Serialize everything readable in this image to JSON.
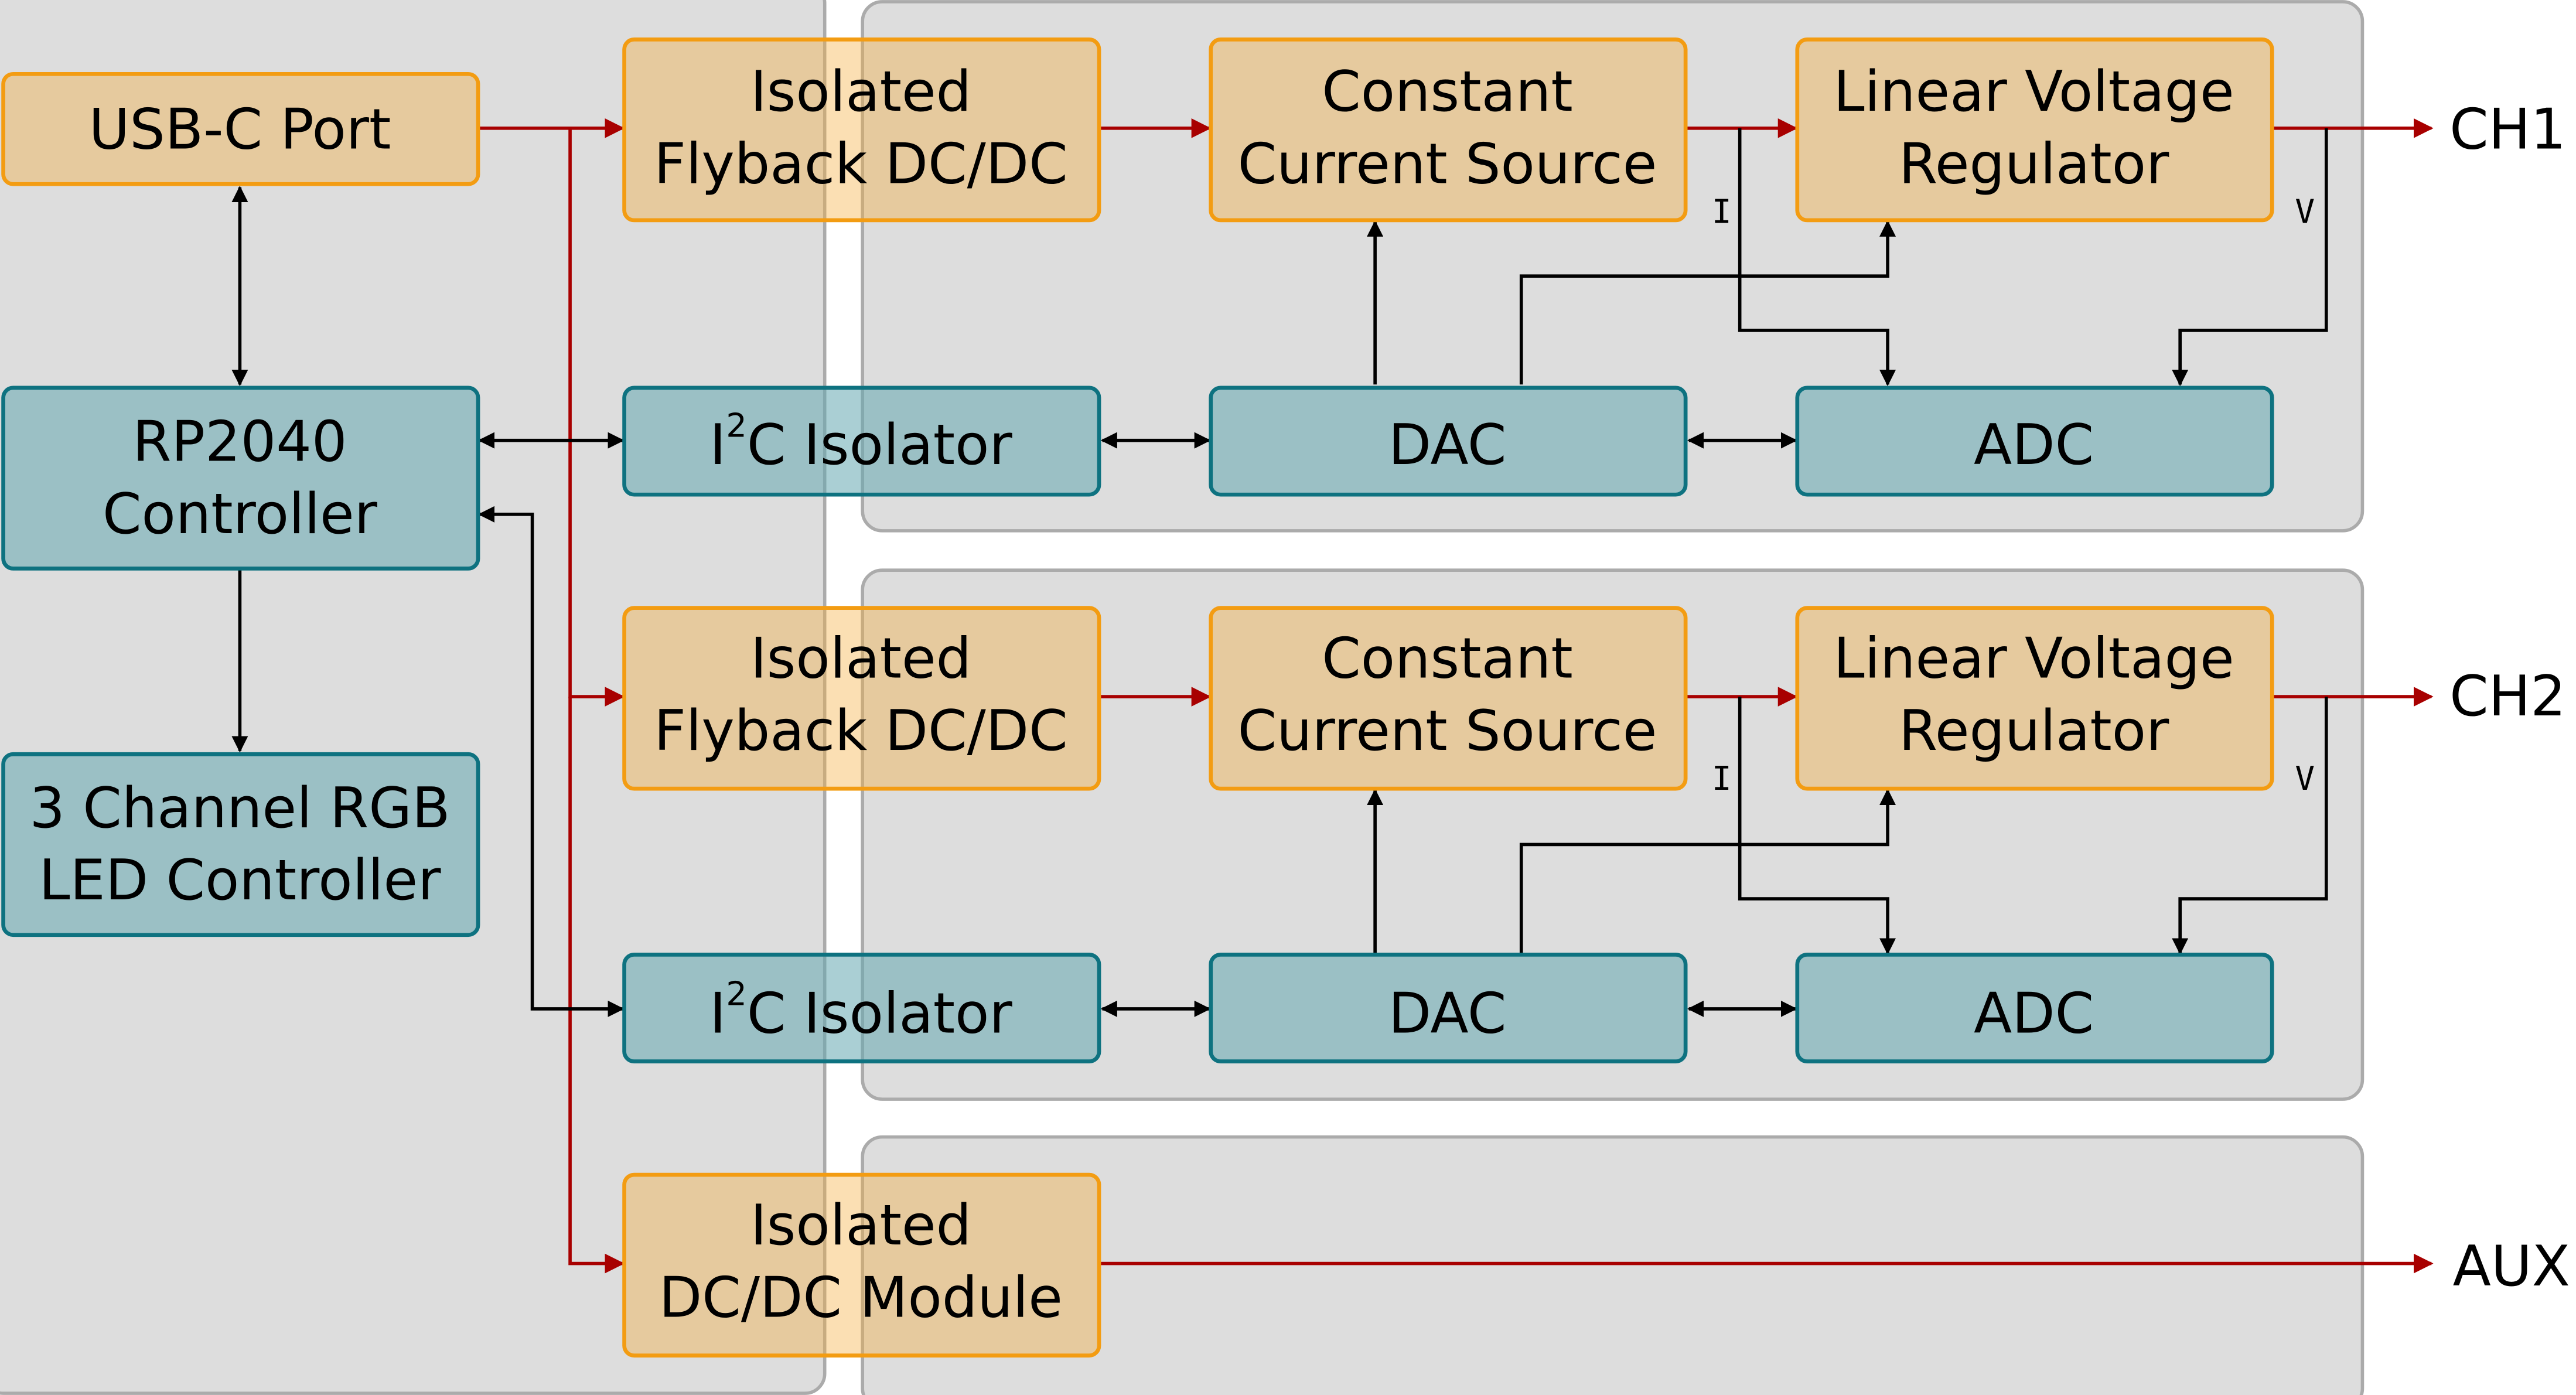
{
  "diagram": {
    "colors": {
      "power_line": "#a80000",
      "signal_line": "#000000",
      "power_block_border": "#f39c12",
      "control_block_border": "#0e7280",
      "panel_fill": "#dddddd"
    },
    "left": {
      "usb": [
        "USB-C Port"
      ],
      "rp2040": [
        "RP2040",
        "Controller"
      ],
      "rgb": [
        "3 Channel RGB",
        "LED Controller"
      ]
    },
    "channels": [
      {
        "output_label": "CH1",
        "flyback": [
          "Isolated",
          "Flyback DC/DC"
        ],
        "ccs": [
          "Constant",
          "Current Source"
        ],
        "ldo": [
          "Linear Voltage",
          "Regulator"
        ],
        "i2c": {
          "prefix": "I",
          "sup": "2",
          "suffix": "C Isolator"
        },
        "dac": [
          "DAC"
        ],
        "adc": [
          "ADC"
        ],
        "current_label": "I",
        "voltage_label": "V"
      },
      {
        "output_label": "CH2",
        "flyback": [
          "Isolated",
          "Flyback DC/DC"
        ],
        "ccs": [
          "Constant",
          "Current Source"
        ],
        "ldo": [
          "Linear Voltage",
          "Regulator"
        ],
        "i2c": {
          "prefix": "I",
          "sup": "2",
          "suffix": "C Isolator"
        },
        "dac": [
          "DAC"
        ],
        "adc": [
          "ADC"
        ],
        "current_label": "I",
        "voltage_label": "V"
      }
    ],
    "aux": {
      "module": [
        "Isolated",
        "DC/DC Module"
      ],
      "output_label": "AUX"
    }
  }
}
